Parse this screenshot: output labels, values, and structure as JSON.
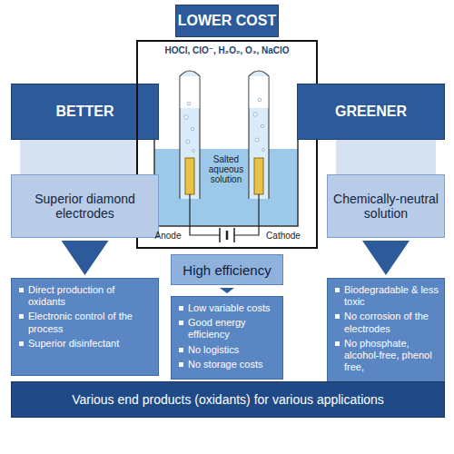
{
  "diagram": {
    "nodes": [
      {
        "text": [
          "LOWER COST"
        ]
      },
      {
        "text": [
          "BETTER"
        ]
      },
      {
        "text": [
          "HOCl, ClO⁻, H₂O₂, O₃, NaClO"
        ]
      },
      {
        "text": [
          "GREENER"
        ]
      },
      {
        "text": [
          "Superior diamond electrodes"
        ]
      },
      {
        "text": [
          "High efficiency"
        ]
      },
      {
        "text": [
          "Chemically-neutral solution"
        ]
      },
      {
        "text": [
          "Direct production of oxidants",
          "Electronic control of the process",
          "Superior disinfectant"
        ]
      },
      {
        "text": [
          "Low variable costs",
          "Good energy efficiency",
          "No logistics",
          "No storage costs"
        ]
      },
      {
        "text": [
          "Biodegradable & less toxic",
          "No corrosion of the electrodes",
          "No phosphate, alcohol-free, phenol free,"
        ]
      },
      {
        "text": [
          "Various end products (oxidants) for various applications"
        ]
      }
    ],
    "edges": [
      {
        "from": 1,
        "to": 4,
        "arrow": "none"
      },
      {
        "from": 3,
        "to": 6,
        "arrow": "none"
      },
      {
        "from": 4,
        "to": 7,
        "arrow": "to"
      },
      {
        "from": 5,
        "to": 8,
        "arrow": "to"
      },
      {
        "from": 6,
        "to": 9,
        "arrow": "to"
      }
    ],
    "labels": [
      "Salted aqueous solution",
      "Anode",
      "Cathode"
    ]
  }
}
